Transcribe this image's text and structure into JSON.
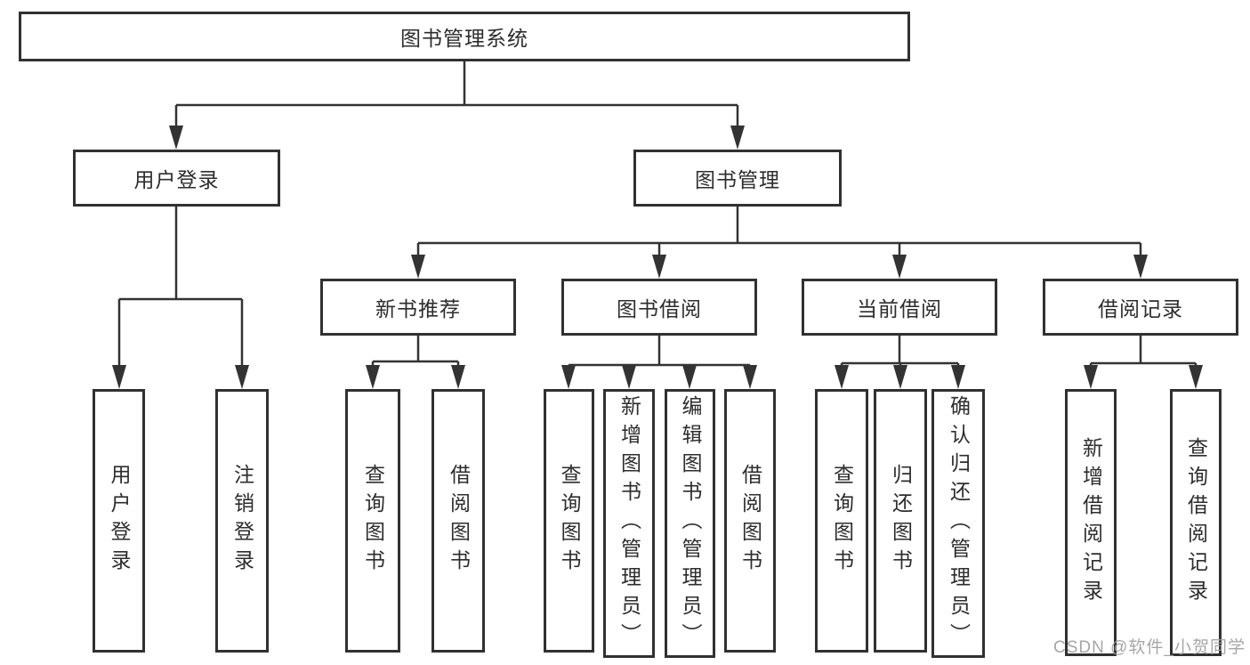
{
  "title": "图书管理系统",
  "watermark": "CSDN @软件_小贺同学",
  "colors": {
    "line": "#333333",
    "box_border": "#313131",
    "text": "#2d2d2d",
    "watermark": "#9e9e9e",
    "background": "#ffffff"
  },
  "tree": {
    "root": {
      "label": "图书管理系统"
    },
    "level2": [
      {
        "label": "用户登录"
      },
      {
        "label": "图书管理"
      }
    ],
    "level3": [
      {
        "label": "新书推荐"
      },
      {
        "label": "图书借阅"
      },
      {
        "label": "当前借阅"
      },
      {
        "label": "借阅记录"
      }
    ],
    "leaves": {
      "user": [
        "用户登录",
        "注销登录"
      ],
      "recommend": [
        "查询图书",
        "借阅图书"
      ],
      "borrow": [
        "查询图书",
        "新增图书（管理员）",
        "编辑图书（管理员）",
        "借阅图书"
      ],
      "current": [
        "查询图书",
        "归还图书",
        "确认归还（管理员）"
      ],
      "records": [
        "新增借阅记录",
        "查询借阅记录"
      ]
    }
  }
}
